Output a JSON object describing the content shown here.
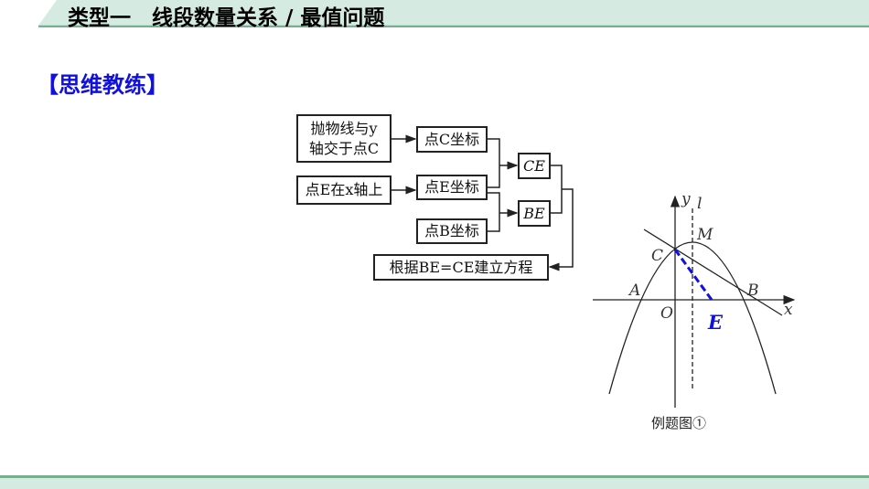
{
  "header": {
    "title": "类型一　线段数量关系 / 最值问题"
  },
  "section": {
    "label": "【思维教练】"
  },
  "flowchart": {
    "box1_line1": "抛物线与y",
    "box1_line2": "轴交于点C",
    "box2": "点C坐标",
    "box3": "点E在x轴上",
    "box4": "点E坐标",
    "box5": "点B坐标",
    "ce": "CE",
    "be": "BE",
    "result": "根据BE=CE建立方程"
  },
  "figure": {
    "labels": {
      "y": "y",
      "l": "l",
      "M": "M",
      "C": "C",
      "A": "A",
      "B": "B",
      "O": "O",
      "x": "x",
      "E": "E"
    },
    "caption": "例题图①"
  },
  "colors": {
    "accent": "#74b08e",
    "band": "#d5eae0",
    "highlight": "#1010e0"
  }
}
